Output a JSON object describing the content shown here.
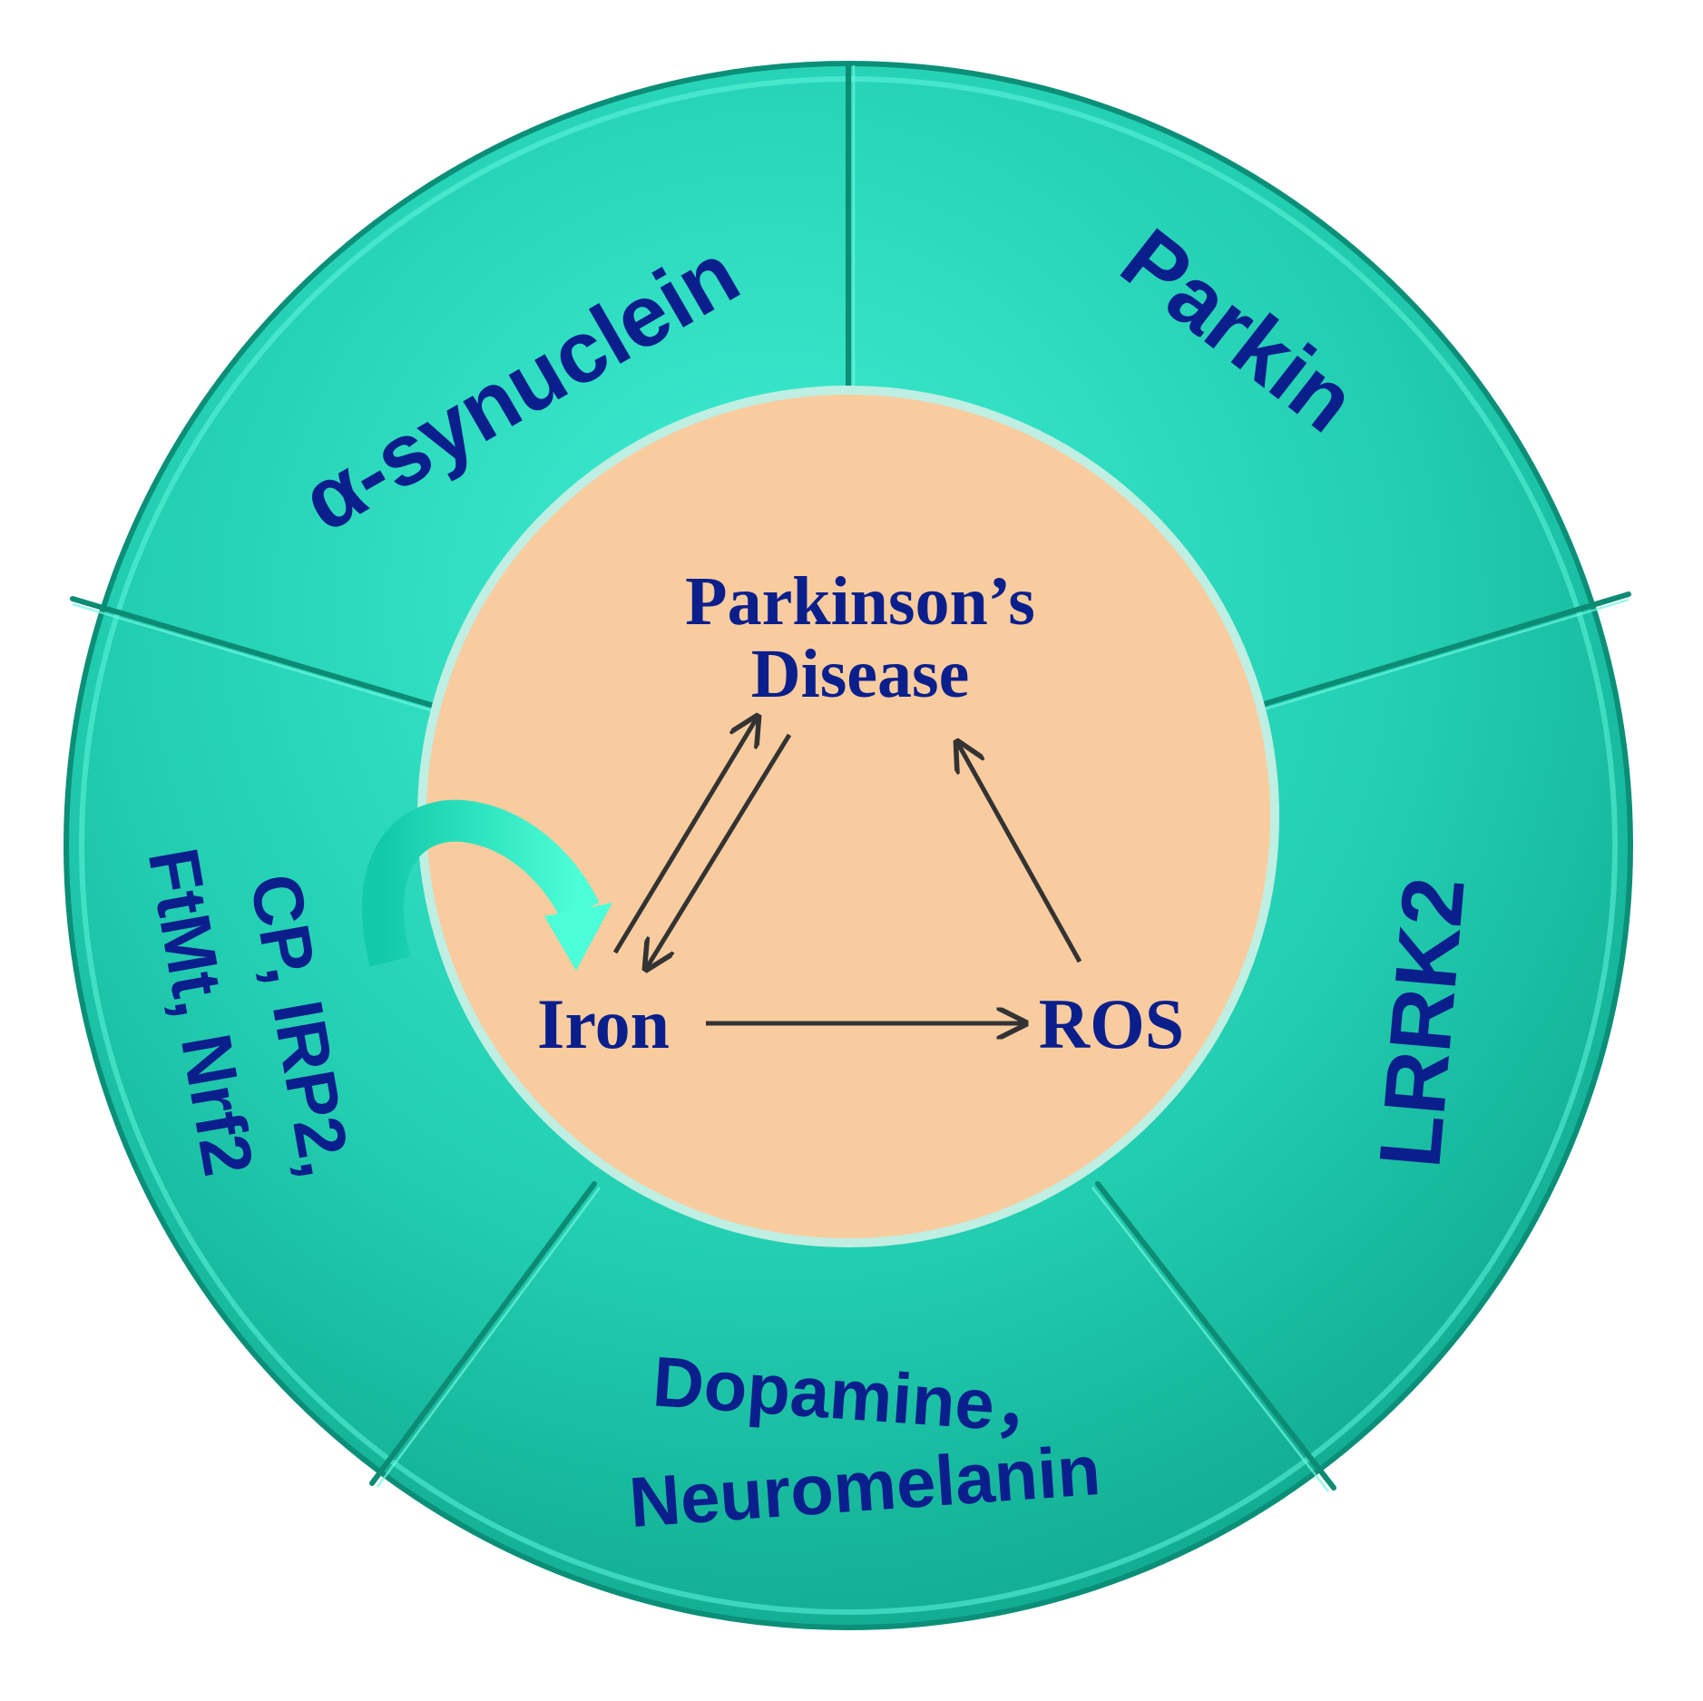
{
  "colors": {
    "ring_light": "#2fe0c4",
    "ring_dark": "#0fae93",
    "center_fill": "#f9cc9f",
    "text_blue": "#0a1f8c",
    "arrow_dark": "#333333",
    "curved_arrow": "#2ff0c8"
  },
  "segments": {
    "alpha_synuclein": "α-synuclein",
    "parkin": "Parkin",
    "lrrk2": "LRRK2",
    "dopamine_line1": "Dopamine，",
    "dopamine_line2": "Neuromelanin",
    "cp_line1": "CP, IRP2,",
    "cp_line2": "FtMt, Nrf2"
  },
  "center": {
    "pd_line1": "Parkinson’s",
    "pd_line2": "Disease",
    "iron": "Iron",
    "ros": "ROS"
  }
}
